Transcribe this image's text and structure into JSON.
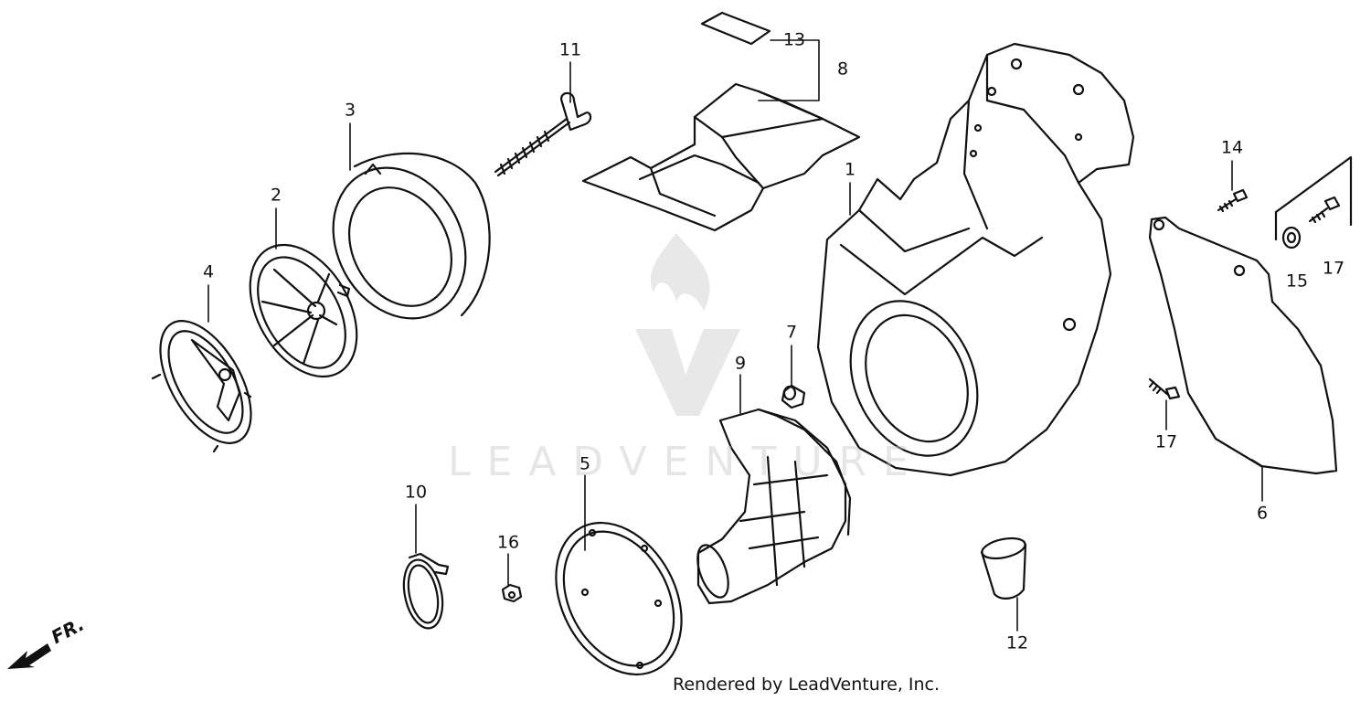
{
  "diagram": {
    "callouts": [
      {
        "id": "c1",
        "label": "1"
      },
      {
        "id": "c2",
        "label": "2"
      },
      {
        "id": "c3",
        "label": "3"
      },
      {
        "id": "c4",
        "label": "4"
      },
      {
        "id": "c5",
        "label": "5"
      },
      {
        "id": "c6",
        "label": "6"
      },
      {
        "id": "c7",
        "label": "7"
      },
      {
        "id": "c8",
        "label": "8"
      },
      {
        "id": "c9",
        "label": "9"
      },
      {
        "id": "c10",
        "label": "10"
      },
      {
        "id": "c11",
        "label": "11"
      },
      {
        "id": "c12",
        "label": "12"
      },
      {
        "id": "c13",
        "label": "13"
      },
      {
        "id": "c14",
        "label": "14"
      },
      {
        "id": "c15",
        "label": "15"
      },
      {
        "id": "c16",
        "label": "16"
      },
      {
        "id": "c17a",
        "label": "17"
      },
      {
        "id": "c17b",
        "label": "17"
      }
    ],
    "direction_label": "FR.",
    "credit": "Rendered by LeadVenture, Inc.",
    "watermark_text": "LEADVENTURE"
  }
}
